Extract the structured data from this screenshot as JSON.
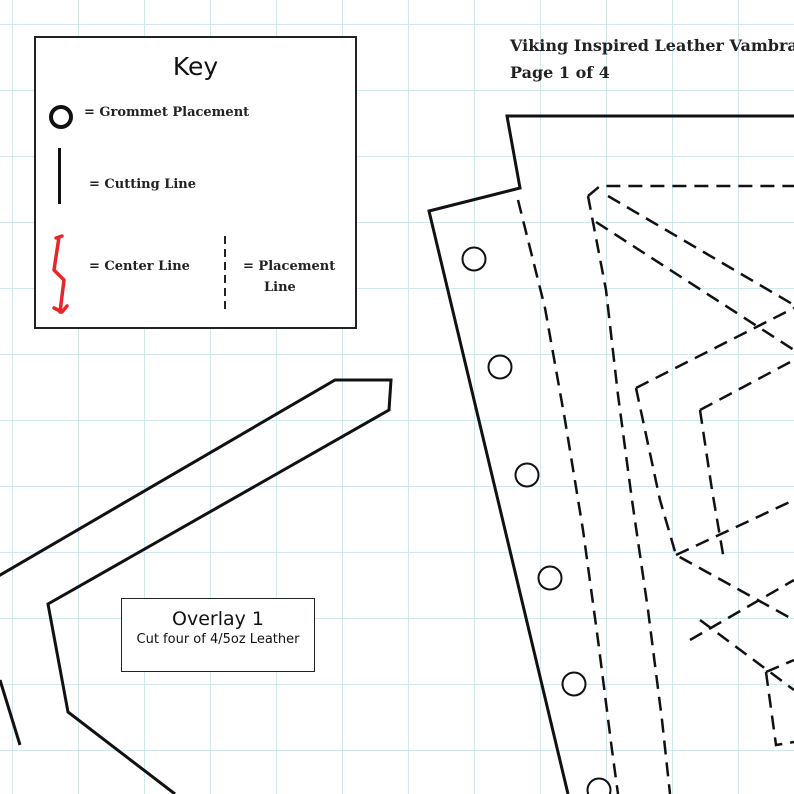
{
  "document": {
    "title_line1": "Viking Inspired Leather Vambra",
    "title_line2": "Page 1 of 4"
  },
  "key": {
    "heading": "Key",
    "items": [
      {
        "symbol": "grommet-icon",
        "label": "= Grommet Placement"
      },
      {
        "symbol": "cutting-line-icon",
        "label": "= Cutting Line"
      },
      {
        "symbol": "center-line-icon",
        "label": "= Center Line",
        "color": "#e8262a"
      },
      {
        "symbol": "placement-line-icon",
        "label_line1": "= Placement",
        "label_line2": "Line"
      }
    ]
  },
  "overlay_label": {
    "title": "Overlay 1",
    "instruction": "Cut four of 4/5oz Leather"
  },
  "colors": {
    "grid": "#cfe9ee",
    "ink": "#111111",
    "center_line": "#e8262a"
  }
}
